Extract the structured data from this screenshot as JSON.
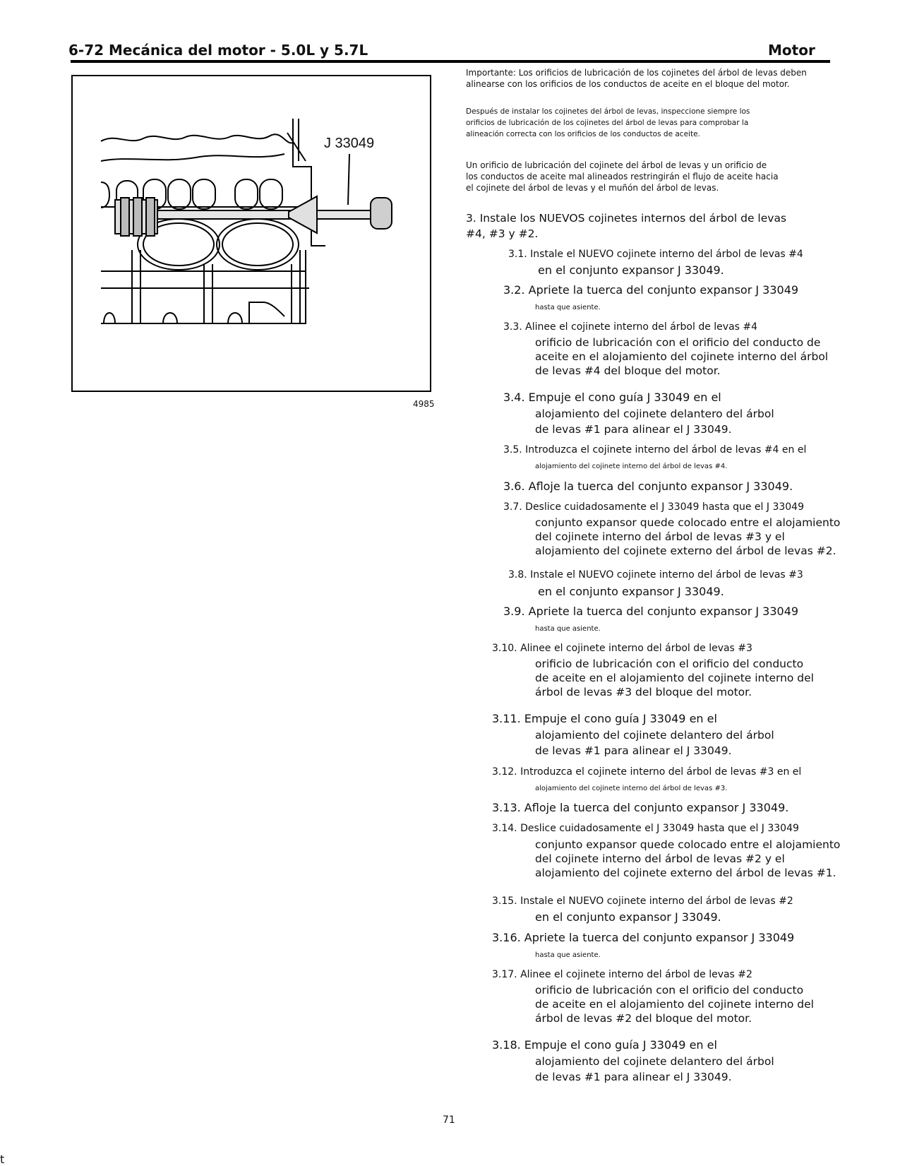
{
  "header": {
    "left": "6-72 Mecánica del motor - 5.0L y 5.7L",
    "right": "Motor"
  },
  "figure": {
    "tool_label": "J 33049",
    "number": "4985"
  },
  "notes": {
    "important": [
      "Importante: Los orificios de lubricación de los cojinetes del árbol de levas deben",
      "alinearse con los orificios de los conductos de aceite en el bloque del motor."
    ],
    "after_install": [
      "Después de instalar los cojinetes del árbol de levas, inspeccione siempre los",
      "orificios de lubricación de los cojinetes del árbol de levas para comprobar la",
      "alineación correcta con los orificios de los conductos de aceite."
    ],
    "misaligned": [
      "Un orificio de lubricación del cojinete del árbol de levas y un orificio de",
      "los conductos de aceite mal alineados restringirán el flujo de aceite hacia",
      "el cojinete del árbol de levas y el muñón del árbol de levas."
    ]
  },
  "step3": [
    "3. Instale los NUEVOS cojinetes internos del árbol de levas",
    "#4, #3 y #2."
  ],
  "substeps": [
    {
      "first": "3.1. Instale el NUEVO cojinete interno del árbol de levas #4",
      "rest": [
        "en el conjunto expansor J 33049."
      ]
    },
    {
      "first": "3.2. Apriete la tuerca del conjunto expansor J 33049",
      "rest": [
        "hasta que asiente."
      ]
    },
    {
      "first": "3.3. Alinee el cojinete interno del árbol de levas #4",
      "rest": [
        "orificio de lubricación con el orificio del conducto de",
        "aceite en el alojamiento del cojinete interno del árbol",
        "de levas #4 del bloque del motor."
      ]
    },
    {
      "first": "3.4. Empuje el cono guía J 33049 en el",
      "rest": [
        "alojamiento del cojinete delantero del árbol",
        "de levas #1 para alinear el J 33049."
      ]
    },
    {
      "first": "3.5. Introduzca el cojinete interno del árbol de levas #4 en el",
      "rest": [
        "alojamiento del cojinete interno del árbol de levas #4."
      ]
    },
    {
      "first": "3.6. Afloje la tuerca del conjunto expansor J 33049.",
      "rest": []
    },
    {
      "first": "3.7. Deslice cuidadosamente el J 33049 hasta que el J 33049",
      "rest": [
        "conjunto expansor quede colocado entre el alojamiento",
        "del cojinete interno del árbol de levas #3 y el",
        "alojamiento del cojinete externo del árbol de levas #2."
      ]
    },
    {
      "first": "3.8. Instale el NUEVO cojinete interno del árbol de levas #3",
      "rest": [
        "en el conjunto expansor J 33049."
      ]
    },
    {
      "first": "3.9. Apriete la tuerca del conjunto expansor J 33049",
      "rest": [
        "hasta que asiente."
      ]
    },
    {
      "first": "3.10. Alinee el cojinete interno del árbol de levas #3",
      "rest": [
        "orificio de lubricación con el orificio del conducto",
        "de aceite en el alojamiento del cojinete interno del",
        "árbol de levas #3 del bloque del motor."
      ]
    },
    {
      "first": "3.11. Empuje el cono guía J 33049 en el",
      "rest": [
        "alojamiento del cojinete delantero del árbol",
        "de levas #1 para alinear el J 33049."
      ]
    },
    {
      "first": "3.12. Introduzca el cojinete interno del árbol de levas #3 en el",
      "rest": [
        "alojamiento del cojinete interno del árbol de levas #3."
      ]
    },
    {
      "first": "3.13. Afloje la tuerca del conjunto expansor J 33049.",
      "rest": []
    },
    {
      "first": "3.14. Deslice cuidadosamente el J 33049 hasta que el J 33049",
      "rest": [
        "conjunto expansor quede colocado entre el alojamiento",
        "del cojinete interno del árbol de levas #2 y el",
        "alojamiento del cojinete externo del árbol de levas #1."
      ]
    },
    {
      "first": "3.15. Instale el NUEVO cojinete interno del árbol de levas #2",
      "rest": [
        "en el conjunto expansor J 33049."
      ]
    },
    {
      "first": "3.16. Apriete la tuerca del conjunto expansor J 33049",
      "rest": [
        "hasta que asiente."
      ]
    },
    {
      "first": "3.17. Alinee el cojinete interno del árbol de levas #2",
      "rest": [
        "orificio de lubricación con el orificio del conducto",
        "de aceite en el alojamiento del cojinete interno del",
        "árbol de levas #2 del bloque del motor."
      ]
    },
    {
      "first": "3.18. Empuje el cono guía J 33049 en el",
      "rest": [
        "alojamiento del cojinete delantero del árbol",
        "de levas #1 para alinear el J 33049."
      ]
    }
  ],
  "footer": {
    "page_number": "71",
    "corner_mark": "t"
  }
}
